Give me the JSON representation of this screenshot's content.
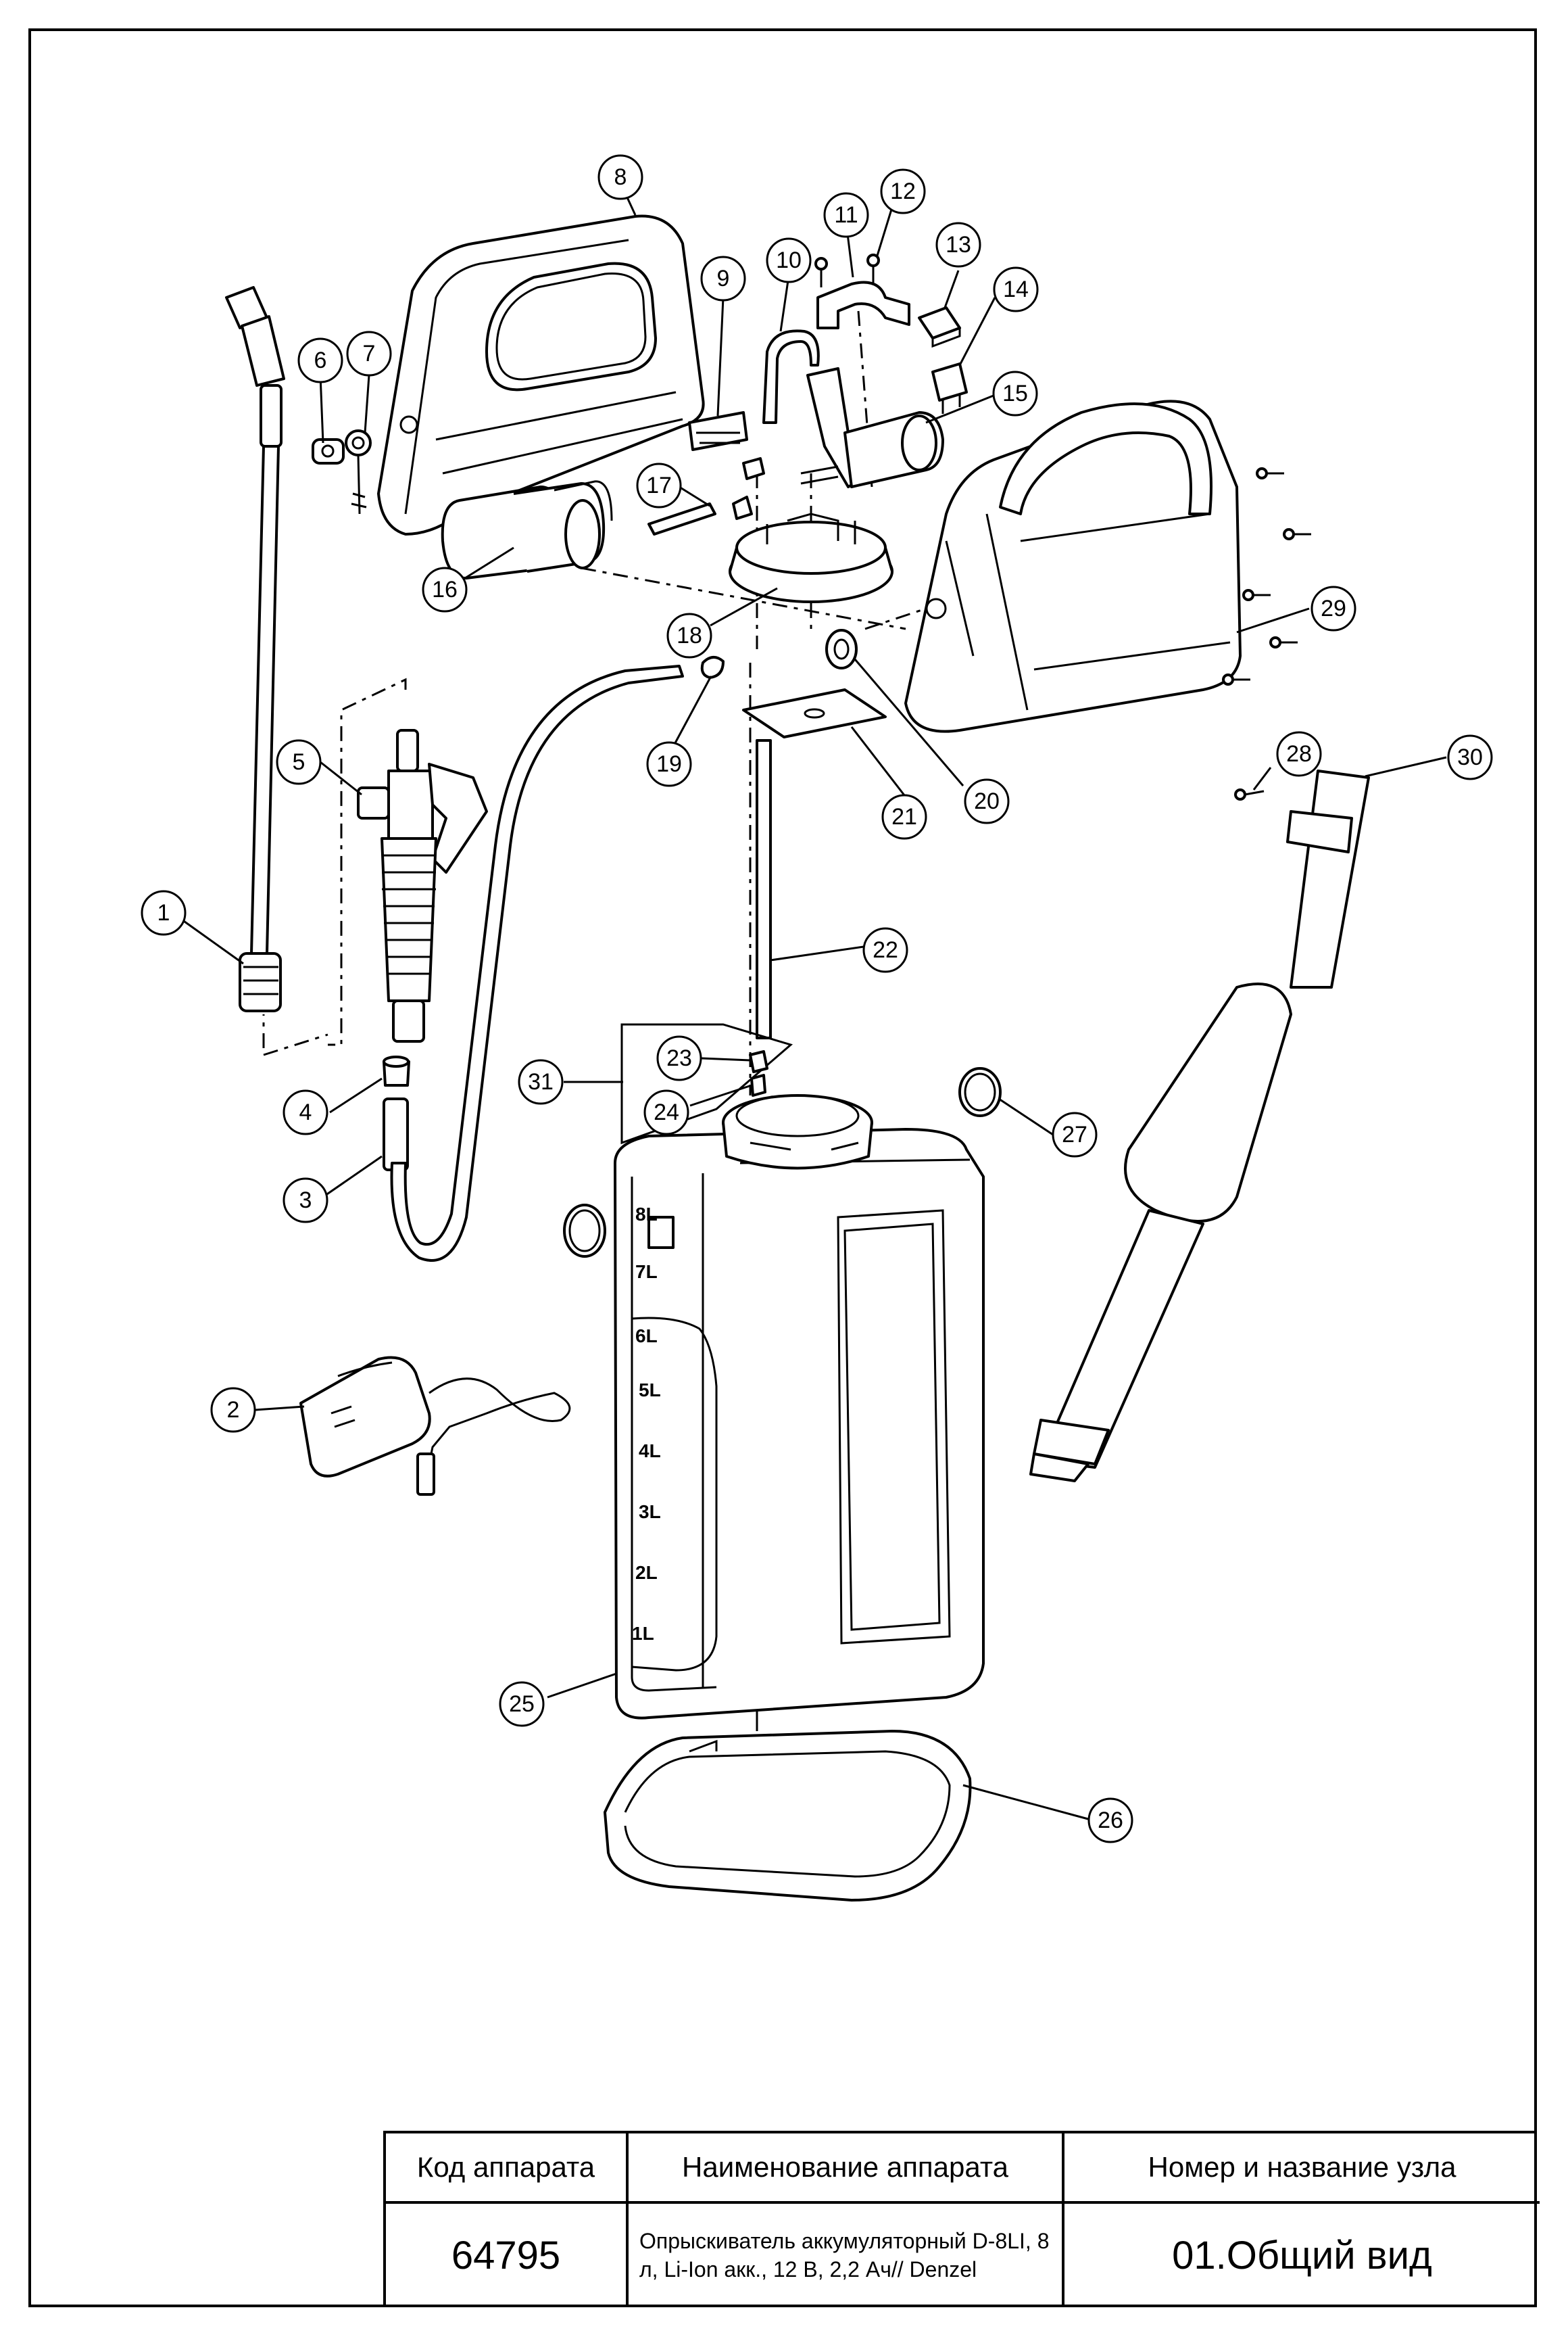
{
  "balloons": [
    "1",
    "2",
    "3",
    "4",
    "5",
    "6",
    "7",
    "8",
    "9",
    "10",
    "11",
    "12",
    "13",
    "14",
    "15",
    "16",
    "17",
    "18",
    "19",
    "20",
    "21",
    "22",
    "23",
    "24",
    "25",
    "26",
    "27",
    "28",
    "29",
    "30",
    "31"
  ],
  "tank_scale": [
    "8L",
    "7L",
    "6L",
    "5L",
    "4L",
    "3L",
    "2L",
    "1L"
  ],
  "title_block": {
    "col_code": "Код аппарата",
    "col_name": "Наименование аппарата",
    "col_node": "Номер и название узла",
    "code": "64795",
    "name": "Опрыскиватель аккумуляторный D-8LI, 8 л, Li-Ion акк., 12 В, 2,2 Ач// Denzel",
    "node": "01.Общий вид"
  }
}
